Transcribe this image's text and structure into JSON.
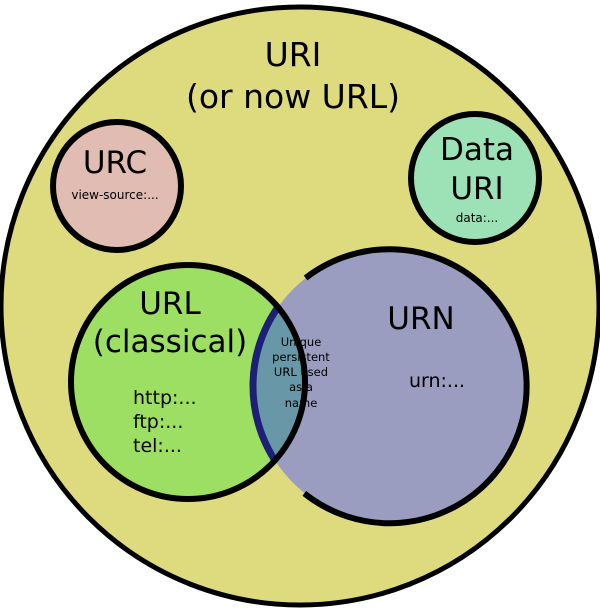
{
  "uri": {
    "title_line1": "URI",
    "title_line2": "(or now URL)",
    "color": "#dedb7f"
  },
  "urc": {
    "title": "URC",
    "example": "view-source:...",
    "color": "#e0bcb3"
  },
  "data_uri": {
    "title_line1": "Data",
    "title_line2": "URI",
    "example": "data:...",
    "color": "#9de2b7"
  },
  "url_classical": {
    "title_line1": "URL",
    "title_line2": "(classical)",
    "examples": [
      "http:...",
      "ftp:...",
      "tel:..."
    ],
    "color": "#9ddf63"
  },
  "urn": {
    "title": "URN",
    "example": "urn:...",
    "color": "#9a9dbf"
  },
  "intersection": {
    "lines": [
      "Unique",
      "persistent",
      "URL used",
      "as a",
      "name"
    ],
    "color": "#6897a8",
    "edge_color": "#1e2078"
  }
}
